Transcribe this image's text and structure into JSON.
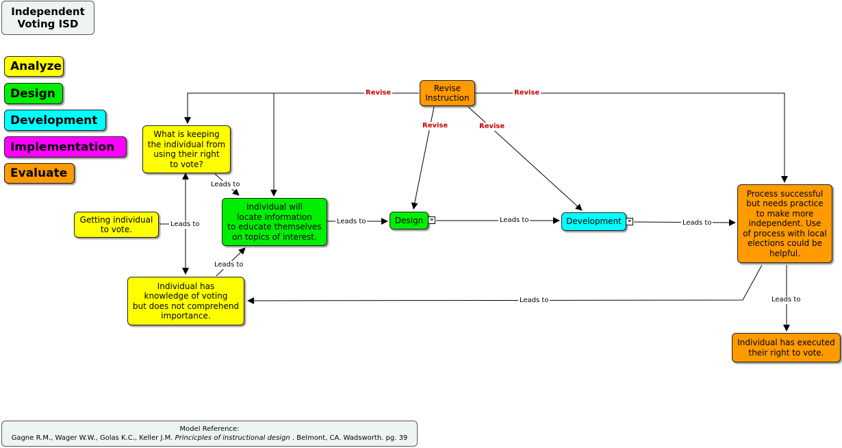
{
  "title": "Independent\nVoting ISD",
  "legend": {
    "analyze": "Analyze",
    "design": "Design",
    "development": "Development",
    "implementation": "Implementation",
    "evaluate": "Evaluate"
  },
  "nodes": {
    "revise_instruction": "Revise\nInstruction",
    "what_keeping": "What is keeping\nthe individual from\nusing their right\nto vote?",
    "getting_individual": "Getting individual\nto vote.",
    "locate_info": "Individual will\nlocate information\nto educate themselves\non topics of interest.",
    "has_knowledge": "Individual has\nknowledge of voting\nbut does not comprehend\nimportance.",
    "design": "Design",
    "development": "Development",
    "process_successful": "Process successful\nbut needs practice\nto make more\nindependent. Use\nof process with local\nelections could be\nhelpful.",
    "executed": "Individual has executed\ntheir right to vote."
  },
  "links": {
    "revise": "Revise",
    "leads_to": "Leads to"
  },
  "reference": {
    "heading": "Model Reference:",
    "authors": "Gagne R.M., Wager W.W., Golas K.C., Keller J.M. ",
    "book": "Princicples of instructional design",
    "rest": " . Belmont, CA. Wadsworth. pg. 39"
  },
  "colors": {
    "analyze": "#ffff00",
    "design": "#00ee00",
    "development": "#00ffff",
    "implementation": "#ff00ff",
    "evaluate": "#ff9a00",
    "revise_text": "#cc0000"
  },
  "icons": {
    "expander": "double-chevron-right-icon"
  }
}
